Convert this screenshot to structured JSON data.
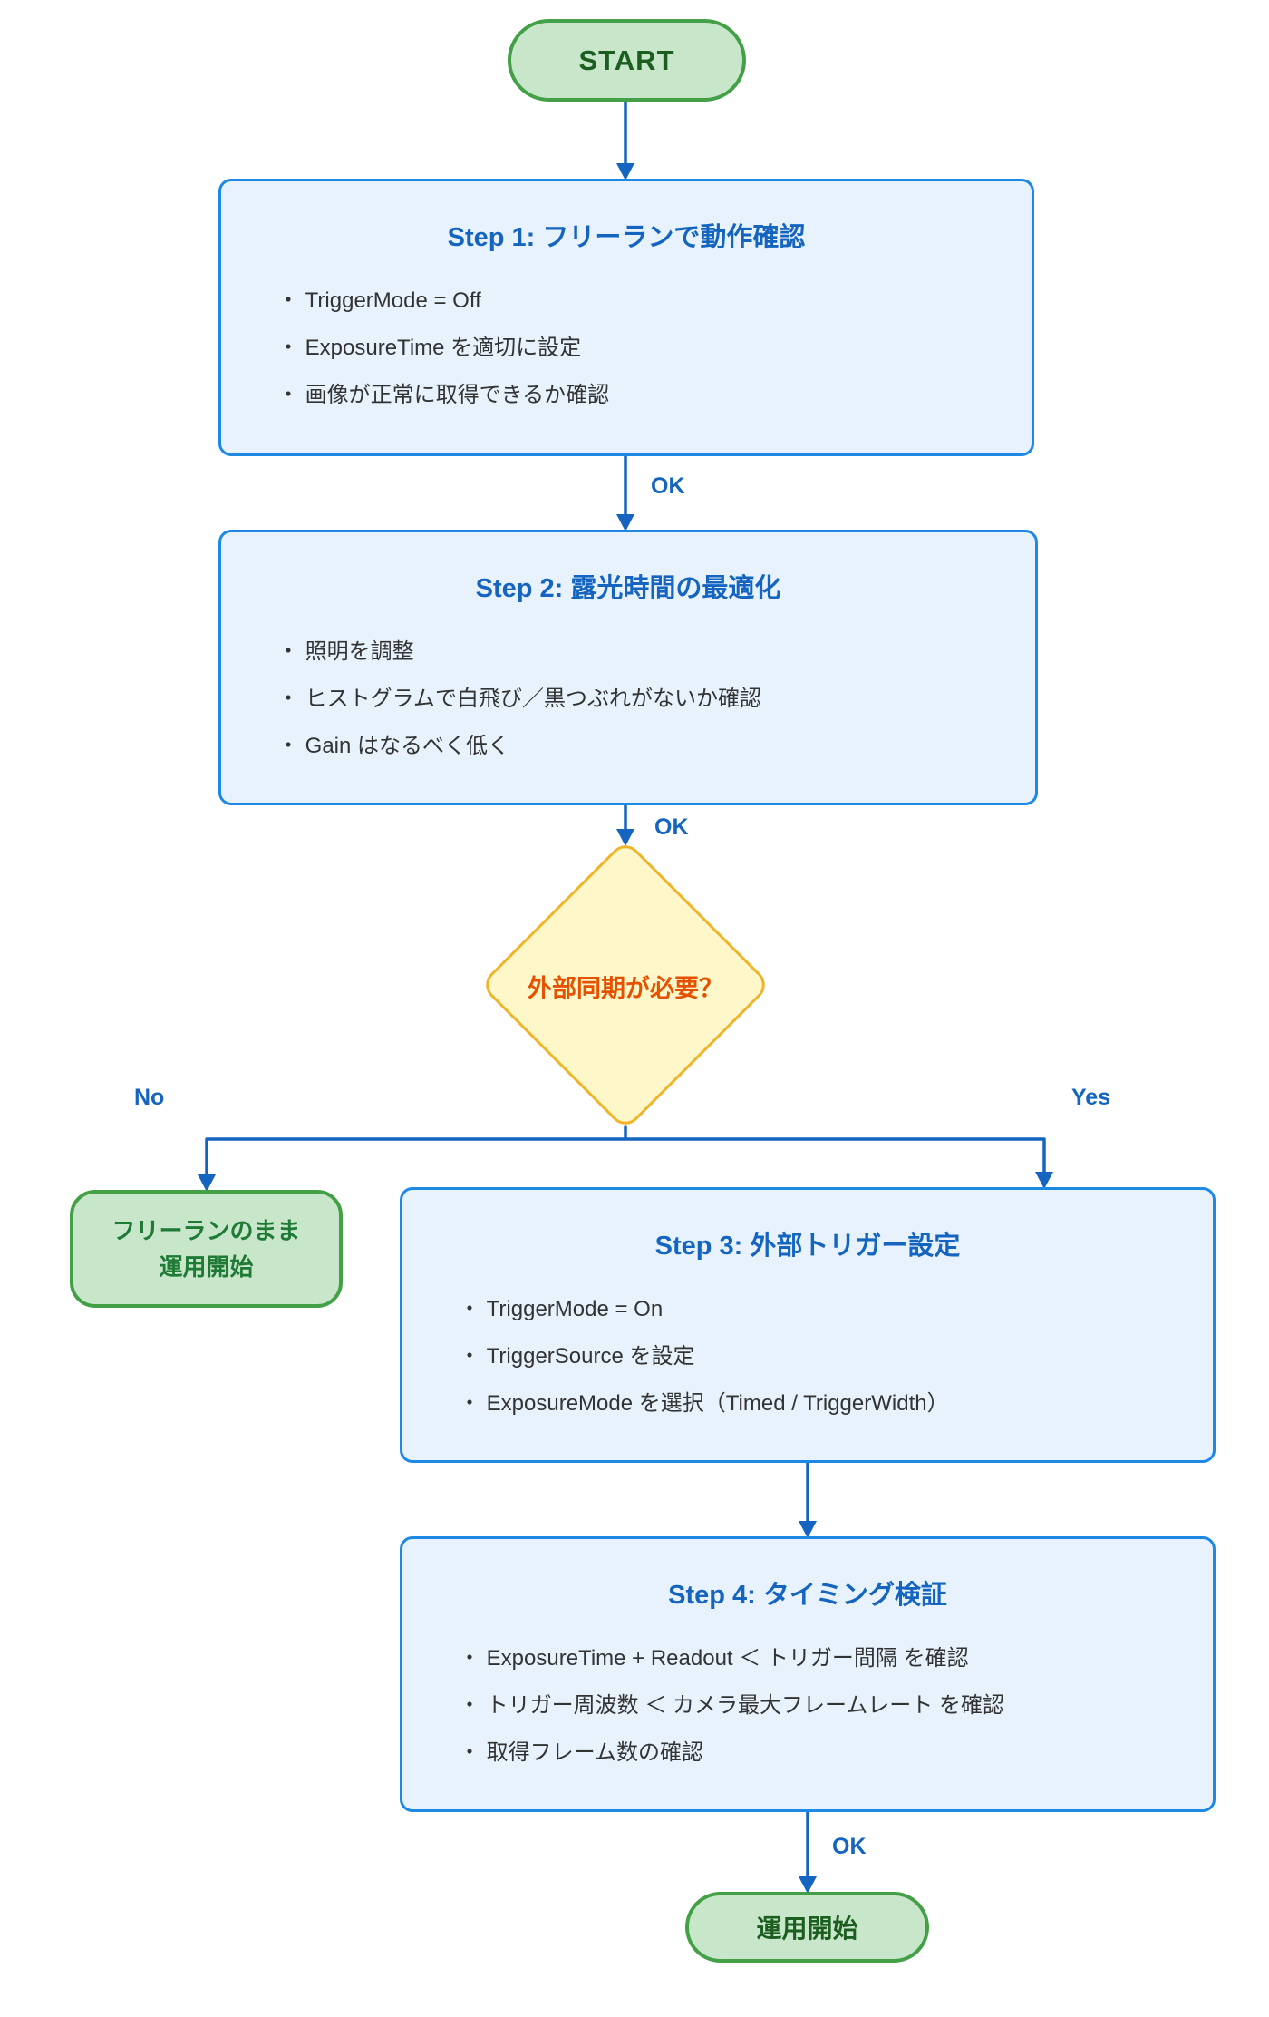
{
  "diagram": {
    "title": "Camera trigger setup flowchart",
    "nodes": {
      "start": {
        "label": "START"
      },
      "step1": {
        "title": "Step 1: フリーランで動作確認",
        "items": [
          "・ TriggerMode = Off",
          "・ ExposureTime を適切に設定",
          "・ 画像が正常に取得できるか確認"
        ]
      },
      "step2": {
        "title": "Step 2: 露光時間の最適化",
        "items": [
          "・ 照明を調整",
          "・ ヒストグラムで白飛び／黒つぶれがないか確認",
          "・ Gain はなるべく低く"
        ]
      },
      "decision": {
        "label": "外部同期が必要？"
      },
      "freerun": {
        "line1": "フリーランのまま",
        "line2": "運用開始"
      },
      "step3": {
        "title": "Step 3: 外部トリガー設定",
        "items": [
          "・ TriggerMode = On",
          "・ TriggerSource を設定",
          "・ ExposureMode を選択（Timed / TriggerWidth）"
        ]
      },
      "step4": {
        "title": "Step 4: タイミング検証",
        "items": [
          "・ ExposureTime + Readout ＜ トリガー間隔 を確認",
          "・ トリガー周波数 ＜ カメラ最大フレームレート を確認",
          "・ 取得フレーム数の確認"
        ]
      },
      "end": {
        "label": "運用開始"
      }
    },
    "edge_labels": {
      "ok_step1_step2": "OK",
      "ok_step2_decision": "OK",
      "no_branch": "No",
      "yes_branch": "Yes",
      "ok_step4_end": "OK"
    },
    "colors": {
      "arrow_blue": "#1565C0",
      "box_border_blue": "#1E88E5",
      "box_fill_blue": "#E7F2FC",
      "title_blue": "#1565C0",
      "body_text": "#333333",
      "terminal_fill_green": "#C8E6C9",
      "terminal_border_green": "#43A047",
      "terminal_text_green": "#1B5E20",
      "diamond_fill_yellow": "#FDF7C9",
      "diamond_border_orange": "#F0B429",
      "diamond_text_orange": "#E65100"
    }
  }
}
